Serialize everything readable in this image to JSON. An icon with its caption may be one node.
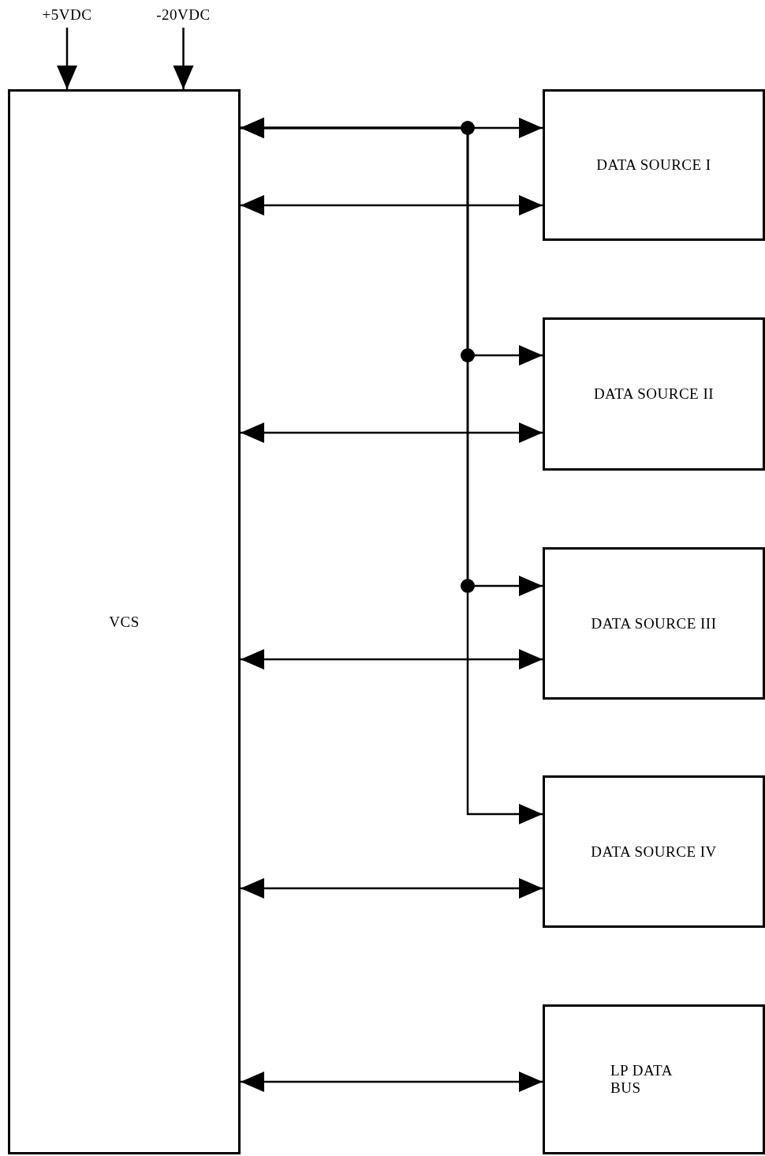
{
  "diagram": {
    "nodes": [
      {
        "text": [
          "+5VDC"
        ]
      },
      {
        "text": [
          "-20VDC"
        ]
      },
      {
        "text": [
          "VCS"
        ]
      },
      {
        "text": [
          "DATA SOURCE I"
        ]
      },
      {
        "text": [
          "DATA SOURCE II"
        ]
      },
      {
        "text": [
          "DATA SOURCE III"
        ]
      },
      {
        "text": [
          "DATA SOURCE IV"
        ]
      },
      {
        "text": [
          "LP DATA BUS"
        ]
      }
    ],
    "edges": [
      {
        "from": 0,
        "to": 2,
        "arrow": "to"
      },
      {
        "from": 1,
        "to": 2,
        "arrow": "to"
      },
      {
        "from": 2,
        "to": 3,
        "arrow": "both"
      },
      {
        "from": 2,
        "to": 4,
        "arrow": "both"
      },
      {
        "from": 2,
        "to": 5,
        "arrow": "both"
      },
      {
        "from": 2,
        "to": 6,
        "arrow": "both"
      },
      {
        "from": 2,
        "to": 3,
        "arrow": "both"
      },
      {
        "from": 2,
        "to": 4,
        "arrow": "both"
      },
      {
        "from": 2,
        "to": 5,
        "arrow": "both"
      },
      {
        "from": 2,
        "to": 6,
        "arrow": "both"
      },
      {
        "from": 2,
        "to": 7,
        "arrow": "both"
      }
    ]
  }
}
